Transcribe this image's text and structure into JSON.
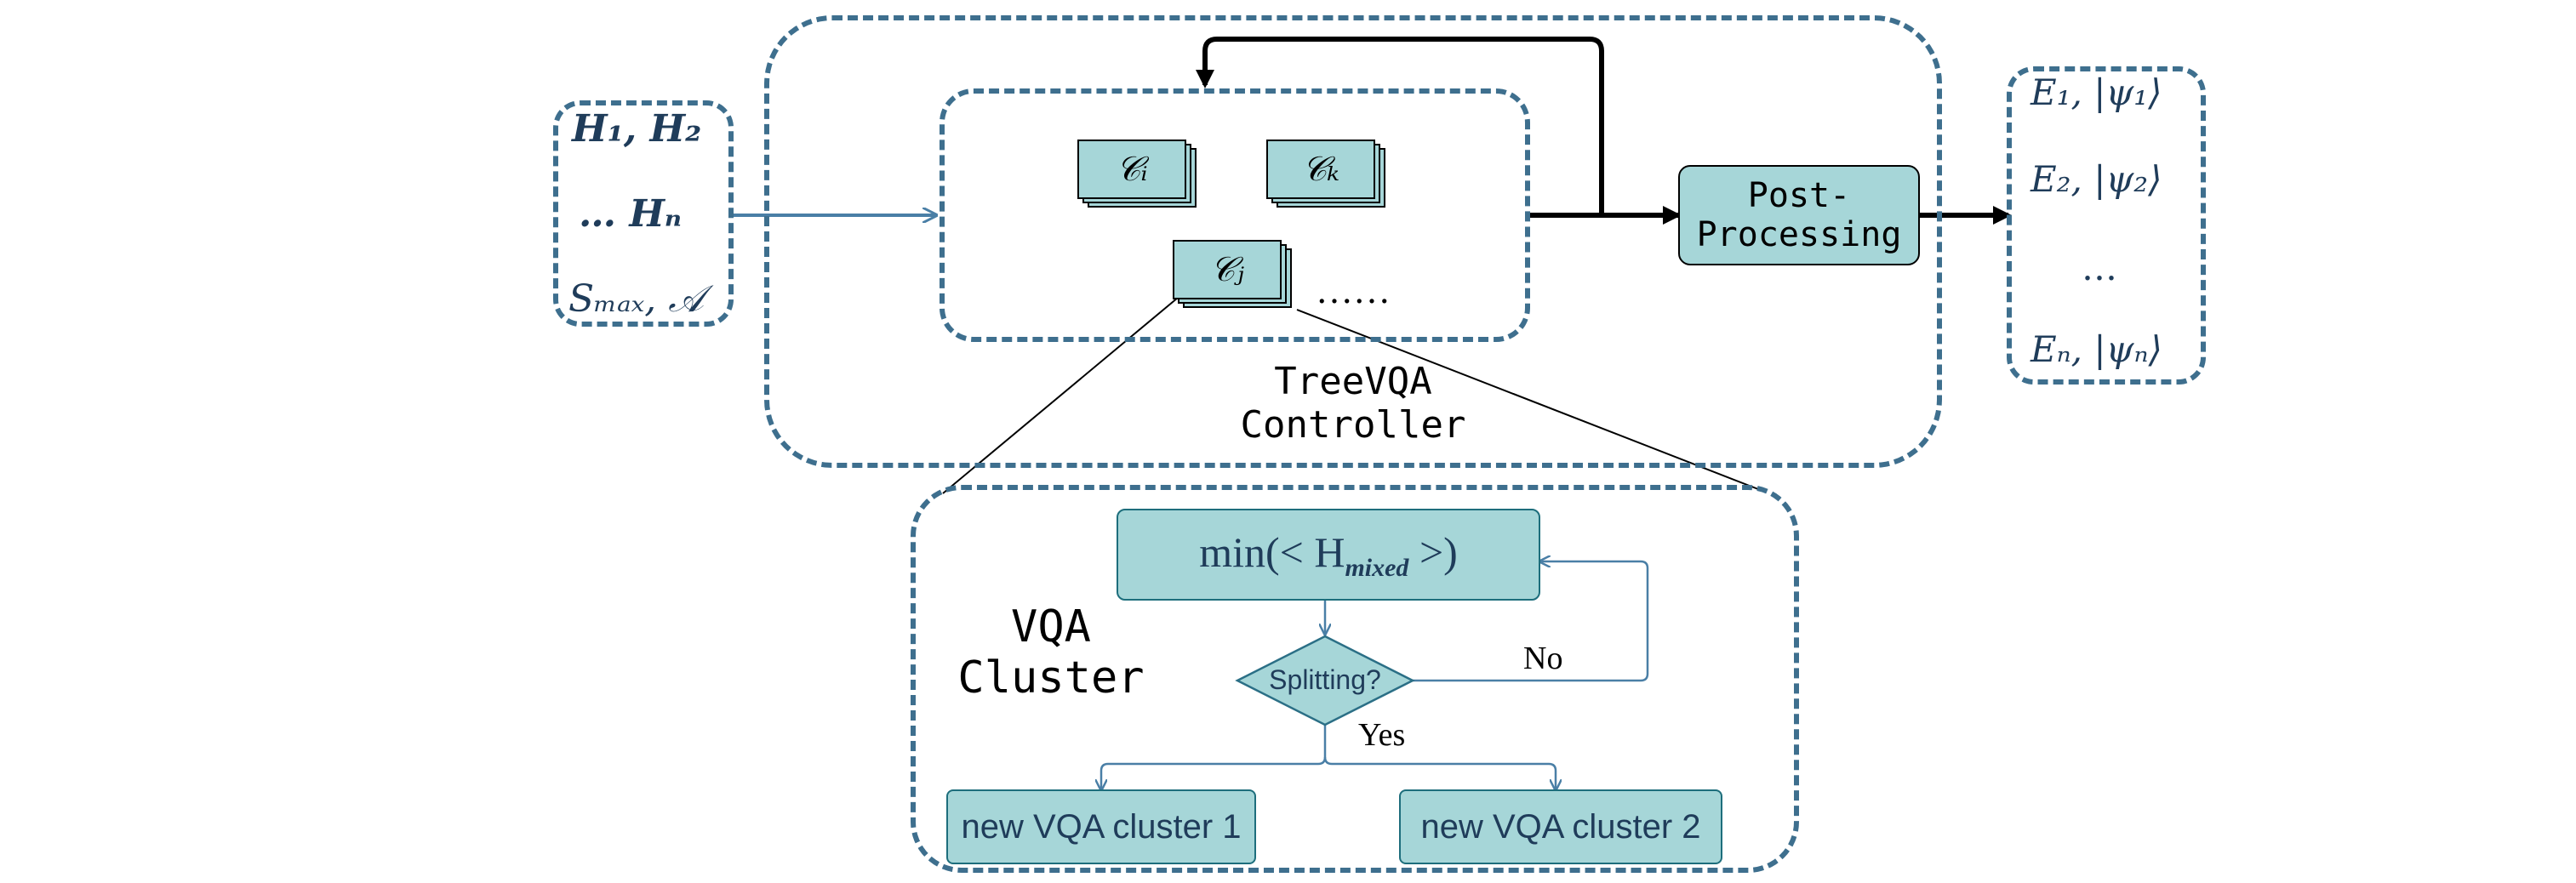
{
  "inputs": {
    "line1": "H₁, H₂",
    "line2": "… Hₙ",
    "line3": "Sₘₐₓ, 𝒜"
  },
  "controller": {
    "clusters": [
      "𝒞ᵢ",
      "𝒞ₖ",
      "𝒞ⱼ"
    ],
    "ellipsis": "……",
    "label_line1": "TreeVQA",
    "label_line2": "Controller"
  },
  "post_processing": {
    "line1": "Post-",
    "line2": "Processing"
  },
  "outputs": {
    "line1": "E₁, |ψ₁⟩",
    "line2": "E₂, |ψ₂⟩",
    "line3": "…",
    "line4": "Eₙ, |ψₙ⟩"
  },
  "vqa_cluster": {
    "label_line1": "VQA",
    "label_line2": "Cluster",
    "objective": "min(< H",
    "objective_sub": "mixed",
    "objective_end": " >)",
    "decision": "Splitting?",
    "no_label": "No",
    "yes_label": "Yes",
    "child1": "new VQA cluster 1",
    "child2": "new VQA cluster 2"
  },
  "colors": {
    "dashed_border": "#3e6f8e",
    "box_fill": "#a6d6d8",
    "arrow_blue": "#4a7fa6",
    "text_dark": "#1f3c5a"
  }
}
